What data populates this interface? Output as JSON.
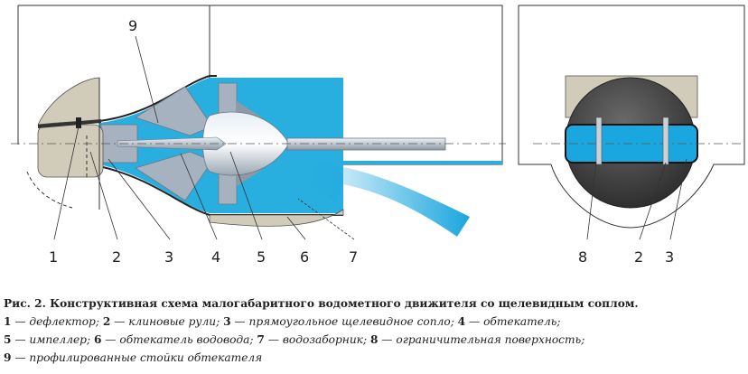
{
  "diagram": {
    "labels_left": [
      "1",
      "2",
      "3",
      "4",
      "5",
      "6",
      "7"
    ],
    "labels_right": [
      "8",
      "2",
      "3"
    ],
    "label_top": "9",
    "colors": {
      "water": "#29aee0",
      "jet": "#7ec9ee",
      "metal": "#a6b2bf",
      "metal_dark": "#7f8b98",
      "fairing": "#d1ccb9",
      "dark_sphere": "#3e3e3e"
    }
  },
  "caption": {
    "title": "Рис. 2. Конструктивная схема малогабаритного водометного движителя со щелевидным соплом.",
    "items": [
      {
        "num": "1",
        "text": " — дефлектор; "
      },
      {
        "num": "2",
        "text": " — клиновые рули; "
      },
      {
        "num": "3",
        "text": " — прямоугольное щелевидное сопло; "
      },
      {
        "num": "4",
        "text": " — обтекатель;"
      },
      {
        "num": "5",
        "text": " — импеллер; "
      },
      {
        "num": "6",
        "text": " — обтекатель водовода; "
      },
      {
        "num": "7",
        "text": " — водозаборник; "
      },
      {
        "num": "8",
        "text": " — ограничительная поверхность;"
      },
      {
        "num": "9",
        "text": " — профилированные стойки обтекателя"
      }
    ]
  }
}
